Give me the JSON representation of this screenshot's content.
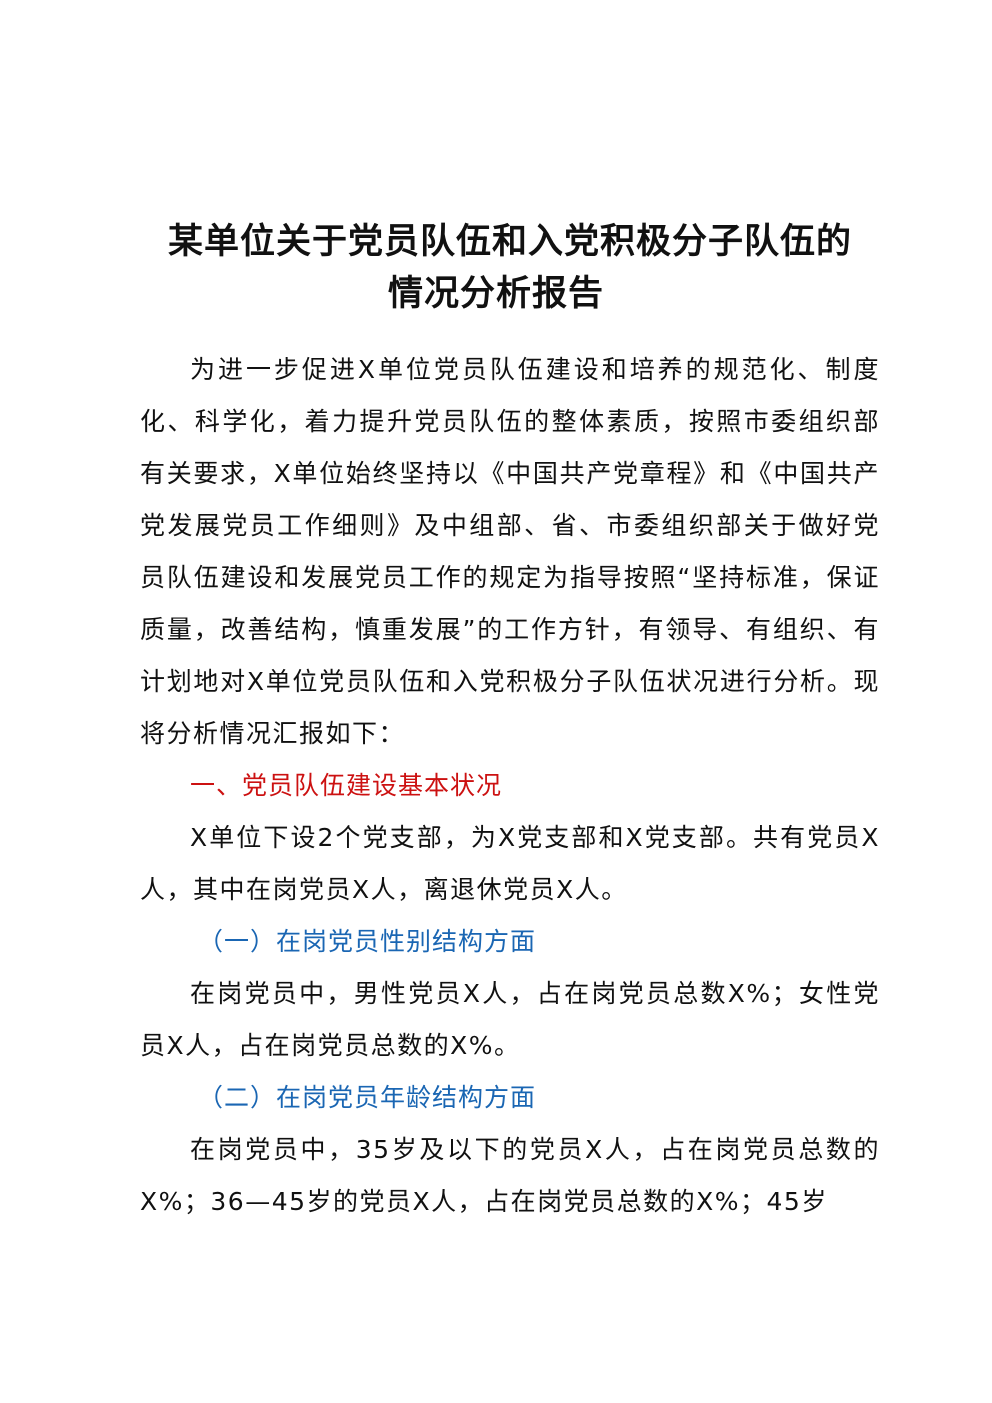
{
  "document": {
    "title_line1": "某单位关于党员队伍和入党积极分子队伍的",
    "title_line2": "情况分析报告",
    "intro": "为进一步促进X单位党员队伍建设和培养的规范化、制度化、科学化，着力提升党员队伍的整体素质，按照市委组织部有关要求，X单位始终坚持以《中国共产党章程》和《中国共产党发展党员工作细则》及中组部、省、市委组织部关于做好党员队伍建设和发展党员工作的规定为指导按照“坚持标准，保证质量，改善结构，慎重发展”的工作方针，有领导、有组织、有计划地对X单位党员队伍和入党积极分子队伍状况进行分析。现将分析情况汇报如下：",
    "section1_heading": "一、党员队伍建设基本状况",
    "section1_text": "X单位下设2个党支部，为X党支部和X党支部。共有党员X人，其中在岗党员X人，离退休党员X人。",
    "sub1_heading": "（一）在岗党员性别结构方面",
    "sub1_text": "在岗党员中，男性党员X人，占在岗党员总数X%；女性党员X人，占在岗党员总数的X%。",
    "sub2_heading": "（二）在岗党员年龄结构方面",
    "sub2_text": "在岗党员中，35岁及以下的党员X人，占在岗党员总数的X%；36—45岁的党员X人，占在岗党员总数的X%；45岁"
  },
  "colors": {
    "text": "#111111",
    "heading_red": "#cc1111",
    "subheading_blue": "#1a66b3"
  }
}
